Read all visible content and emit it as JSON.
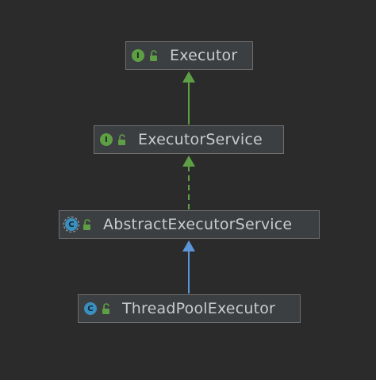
{
  "nodes": [
    {
      "id": "executor",
      "label": "Executor",
      "kind": "interface",
      "badge": "I"
    },
    {
      "id": "executor-service",
      "label": "ExecutorService",
      "kind": "interface",
      "badge": "I"
    },
    {
      "id": "abstract-executor-service",
      "label": "AbstractExecutorService",
      "kind": "abstract",
      "badge": "C"
    },
    {
      "id": "thread-pool-executor",
      "label": "ThreadPoolExecutor",
      "kind": "class",
      "badge": "C"
    }
  ],
  "edges": [
    {
      "from": "ExecutorService",
      "to": "Executor",
      "type": "extends",
      "style": "solid",
      "color": "#5e9f45"
    },
    {
      "from": "AbstractExecutorService",
      "to": "ExecutorService",
      "type": "implements",
      "style": "dashed",
      "color": "#5e9f45"
    },
    {
      "from": "ThreadPoolExecutor",
      "to": "AbstractExecutorService",
      "type": "extends",
      "style": "solid",
      "color": "#5b95d8"
    }
  ],
  "colors": {
    "background": "#2b2b2b",
    "node_fill": "#3c3f41",
    "node_border": "#6e6e6e",
    "text": "#c8cbcf",
    "interface_badge": "#5e9f45",
    "class_badge": "#3b8fbd",
    "lock_icon": "#5e9f45"
  },
  "icons": {
    "interface": "interface-badge-icon",
    "class": "class-badge-icon",
    "abstract": "abstract-class-badge-icon",
    "visibility": "open-lock-icon"
  }
}
